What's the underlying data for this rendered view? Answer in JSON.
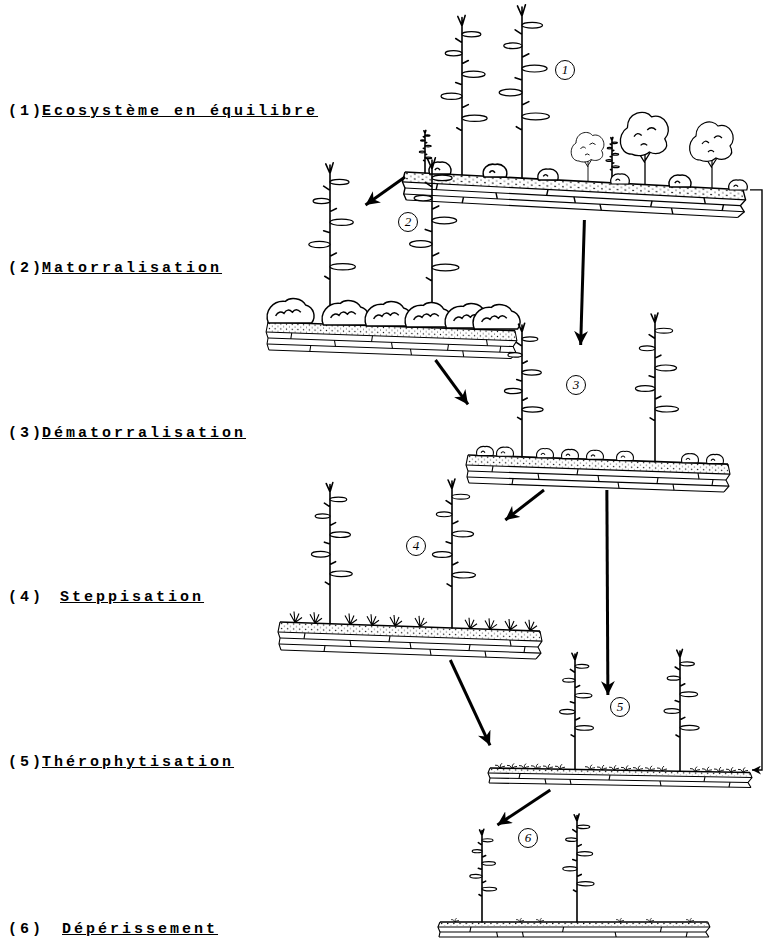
{
  "diagram": {
    "nodes": [
      {
        "text": [
          "1"
        ]
      },
      {
        "text": [
          "2"
        ]
      },
      {
        "text": [
          "3"
        ]
      },
      {
        "text": [
          "4"
        ]
      },
      {
        "text": [
          "5"
        ]
      },
      {
        "text": [
          "6"
        ]
      }
    ],
    "edges": [
      {
        "from": 0,
        "to": 1,
        "arrow": "to"
      },
      {
        "from": 0,
        "to": 2,
        "arrow": "to"
      },
      {
        "from": 0,
        "to": 4,
        "arrow": "to"
      },
      {
        "from": 1,
        "to": 2,
        "arrow": "to"
      },
      {
        "from": 2,
        "to": 3,
        "arrow": "to"
      },
      {
        "from": 2,
        "to": 4,
        "arrow": "to"
      },
      {
        "from": 3,
        "to": 4,
        "arrow": "to"
      },
      {
        "from": 4,
        "to": 5,
        "arrow": "to"
      }
    ],
    "labels": [
      "(1)",
      "Ecosystème en équilibre",
      "(2)",
      "Matorralisation",
      "(3)",
      "Dématorralisation",
      "(4)",
      "Steppisation",
      "(5)",
      "Thérophytisation",
      "(6)",
      "Dépérissement"
    ]
  }
}
